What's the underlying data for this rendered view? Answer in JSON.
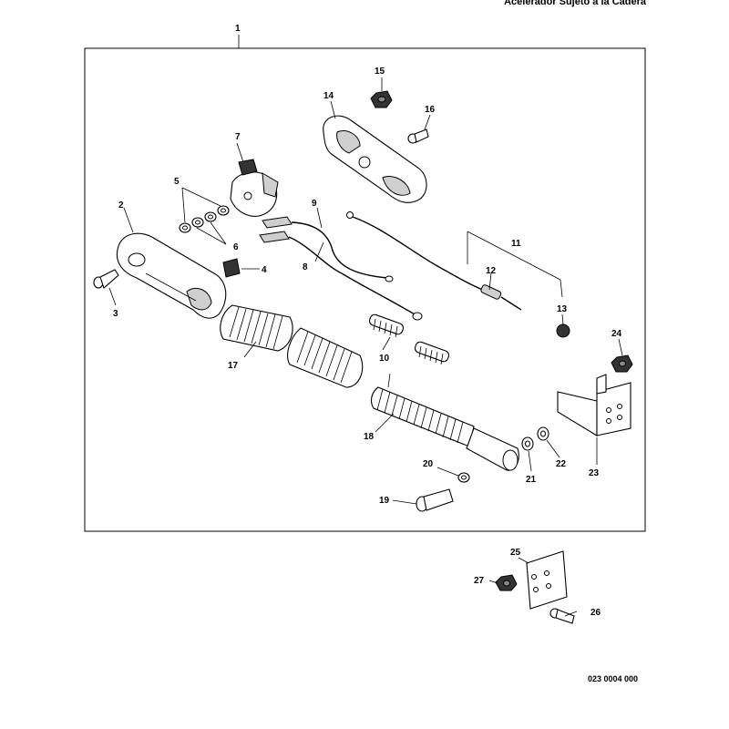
{
  "header": {
    "title": "Acelerador Sujeto a la Cadera"
  },
  "assembly_label": "1",
  "drawing_code": "023 0004 000",
  "callouts": {
    "c2": "2",
    "c3": "3",
    "c4": "4",
    "c5": "5",
    "c6": "6",
    "c7": "7",
    "c8": "8",
    "c9": "9",
    "c10": "10",
    "c11": "11",
    "c12": "12",
    "c13": "13",
    "c14": "14",
    "c15": "15",
    "c16": "16",
    "c17": "17",
    "c18": "18",
    "c19": "19",
    "c20": "20",
    "c21": "21",
    "c22": "22",
    "c23": "23",
    "c24": "24",
    "c25": "25",
    "c26": "26",
    "c27": "27"
  }
}
